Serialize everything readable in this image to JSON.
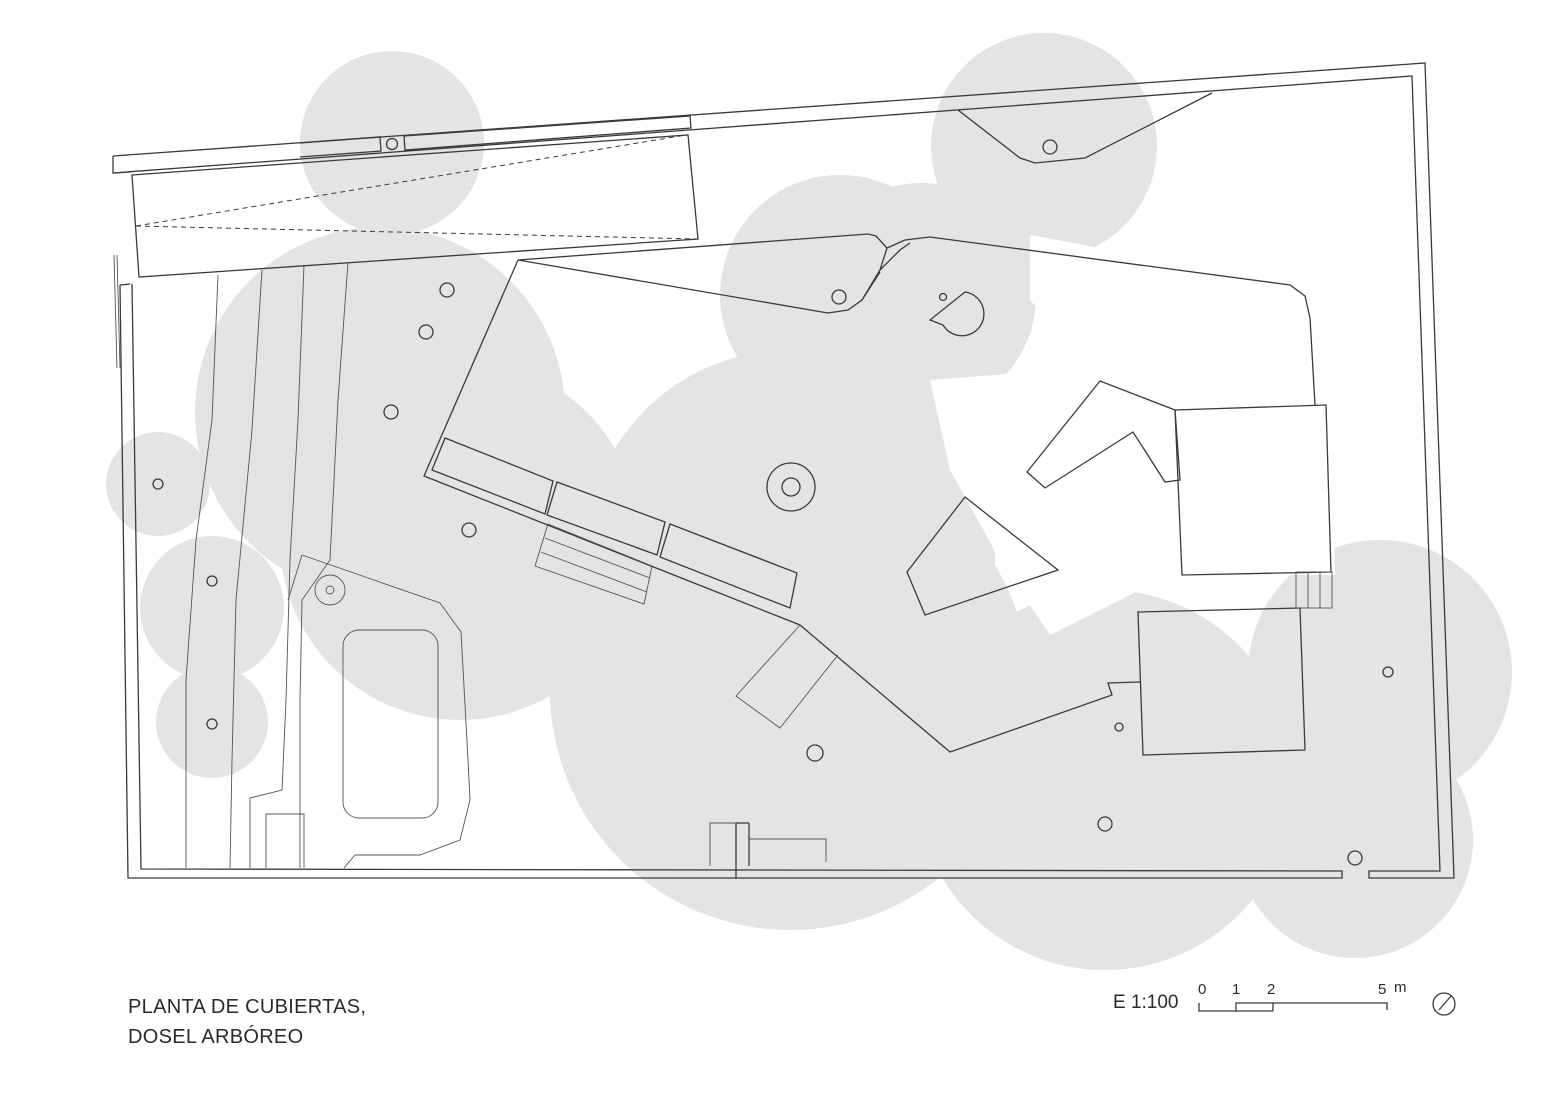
{
  "drawing": {
    "title_line1": "PLANTA DE CUBIERTAS,",
    "title_line2": "DOSEL ARBÓREO"
  },
  "scale": {
    "label": "E 1:100",
    "ticks": [
      "0",
      "1",
      "2",
      "5"
    ],
    "unit": "m"
  },
  "north_arrow": {
    "icon": "north-arrow-icon"
  },
  "colors": {
    "canopy": "#e4e4e4",
    "line": "#3a3a3a",
    "text": "#2a2a2a"
  }
}
